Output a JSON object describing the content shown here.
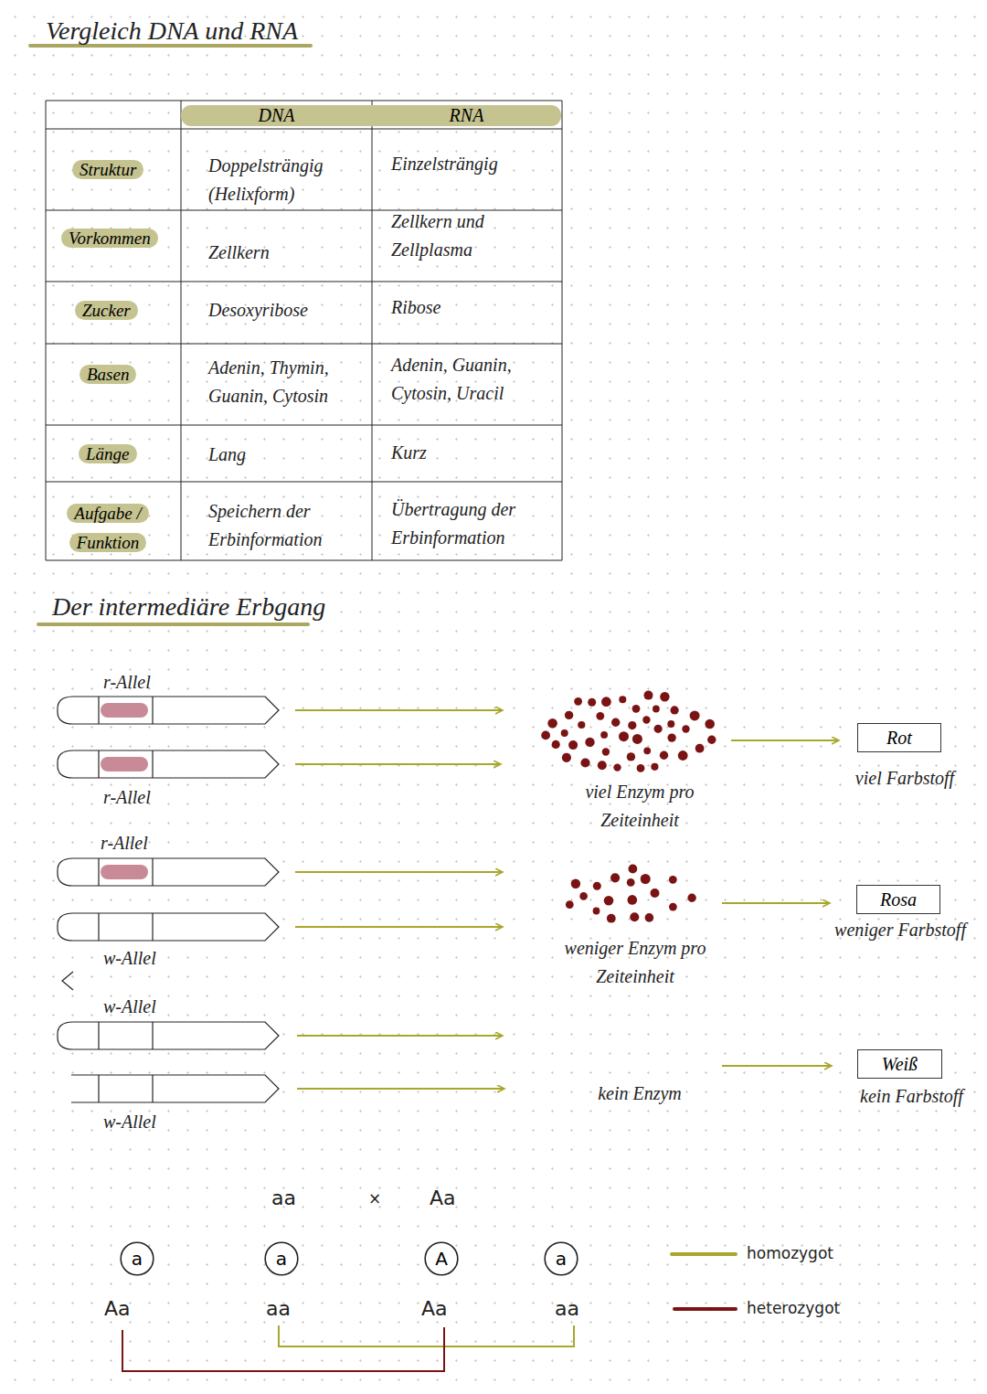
{
  "diagram": {
    "title": "Vergleich DNA und RNA",
    "nodes": [
      {
        "text": [
          "DNA"
        ]
      },
      {
        "text": [
          "RNA"
        ]
      },
      {
        "text": [
          "Struktur"
        ]
      },
      {
        "text": [
          "Vorkommen"
        ]
      },
      {
        "text": [
          "Zucker"
        ]
      },
      {
        "text": [
          "Basen"
        ]
      },
      {
        "text": [
          "Länge"
        ]
      },
      {
        "text": [
          "Aufgabe / Funktion"
        ]
      },
      {
        "text": [
          "Rot"
        ]
      },
      {
        "text": [
          "Rosa"
        ]
      },
      {
        "text": [
          "Weiß"
        ]
      },
      {
        "text": [
          "a"
        ]
      },
      {
        "text": [
          "a"
        ]
      },
      {
        "text": [
          "A"
        ]
      },
      {
        "text": [
          "a"
        ]
      }
    ],
    "labels": [
      "Doppelsträngig (Helixform)",
      "Einzelsträngig",
      "Zellkern",
      "Zellkern und Zellplasma",
      "Desoxyribose",
      "Ribose",
      "Adenin, Thymin, Guanin, Cytosin",
      "Adenin, Guanin, Cytosin, Uracil",
      "Lang",
      "Kurz",
      "Speichern der Erbinformation",
      "Übertragung der Erbinformation",
      "Der intermediäre Erbgang",
      "r-Allel",
      "r-Allel",
      "r-Allel",
      "viel Enzym pro Zeiteinheit",
      "viel Farbstoff",
      "weniger Enzym pro Zeiteinheit",
      "weniger Farbstoff",
      "w-Allel",
      "w-Allel",
      "kein Enzym",
      "kein Farbstoff",
      "w-Allel",
      "aa",
      "×",
      "Aa",
      "Aa",
      "aa",
      "Aa",
      "aa"
    ],
    "legend": [
      {
        "text": "homozygot"
      },
      {
        "text": "heterozygot"
      }
    ]
  }
}
